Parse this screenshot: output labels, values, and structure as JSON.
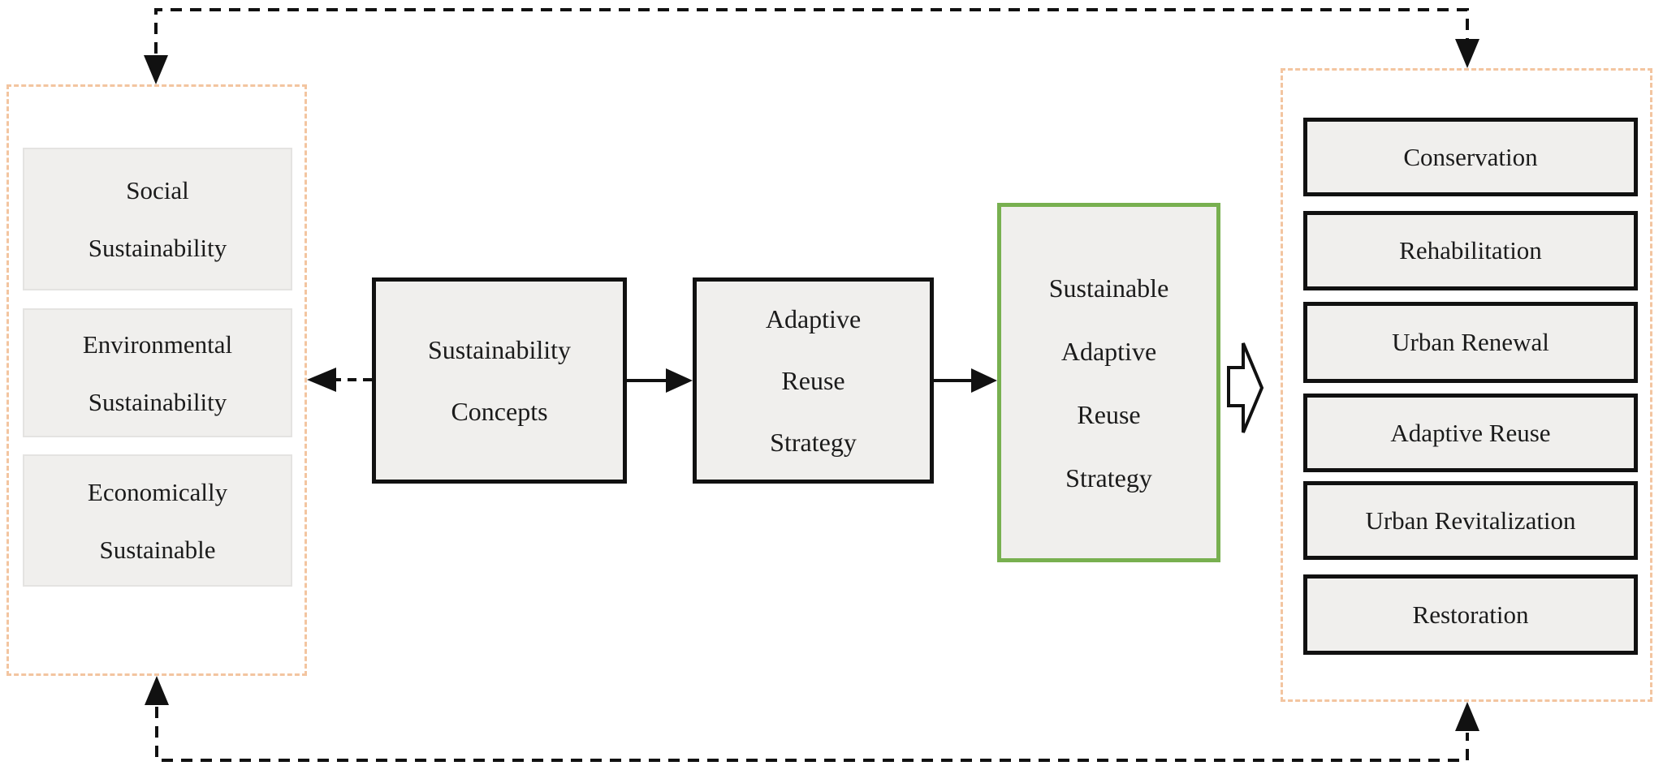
{
  "diagram": {
    "left_panel": {
      "boxes": [
        {
          "line1": "Social",
          "line2": "Sustainability"
        },
        {
          "line1": "Environmental",
          "line2": "Sustainability"
        },
        {
          "line1": "Economically",
          "line2": "Sustainable"
        }
      ]
    },
    "flow_boxes": {
      "concepts": {
        "line1": "Sustainability",
        "line2": "Concepts"
      },
      "adaptive_reuse": {
        "line1": "Adaptive",
        "line2": "Reuse",
        "line3": "Strategy"
      },
      "sustainable_adaptive_reuse": {
        "line1": "Sustainable",
        "line2": "Adaptive",
        "line3": "Reuse",
        "line4": "Strategy"
      }
    },
    "right_panel": {
      "boxes": [
        "Conservation",
        "Rehabilitation",
        "Urban Renewal",
        "Adaptive Reuse",
        "Urban Revitalization",
        "Restoration"
      ]
    },
    "colors": {
      "highlight_green": "#78b050",
      "panel_dash": "#f3c5a0",
      "box_fill": "#f0efed",
      "line_black": "#111111"
    }
  }
}
